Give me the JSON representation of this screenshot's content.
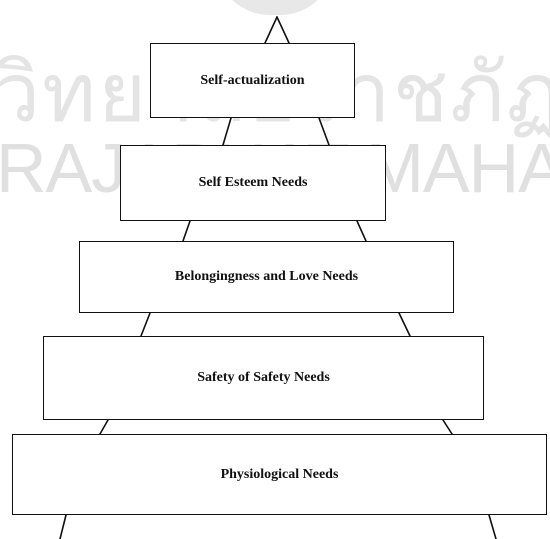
{
  "watermark": {
    "thai_text": "วิทยาลัยราชภัฏมหาสารคาม",
    "english_text": "RAJABHAT MAHASARAKHAM"
  },
  "pyramid": {
    "levels": [
      {
        "label": "Self-actualization"
      },
      {
        "label": "Self Esteem Needs"
      },
      {
        "label": "Belongingness and Love Needs"
      },
      {
        "label": "Safety of Safety Needs"
      },
      {
        "label": "Physiological Needs"
      }
    ]
  }
}
